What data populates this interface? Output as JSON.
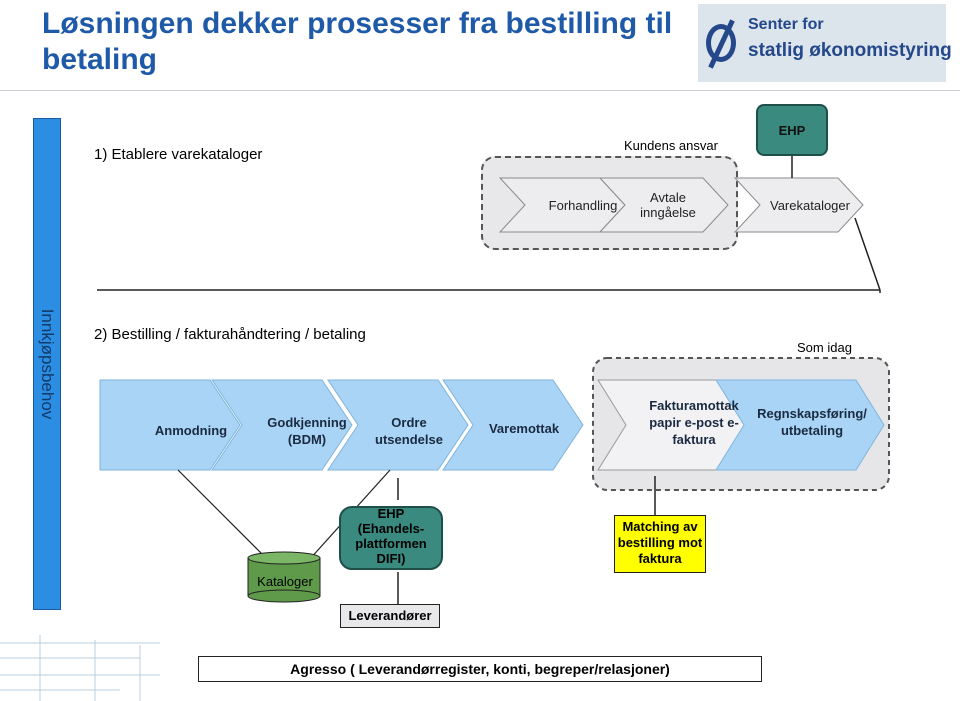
{
  "title": "Løsningen dekker prosesser fra bestilling til betaling",
  "logo": {
    "line1": "Senter for",
    "line2": "statlig økonomistyring"
  },
  "side_label": "Innkjøpsbehov",
  "section1": {
    "heading": "1) Etablere varekataloger",
    "responsibility": "Kundens ansvar",
    "ehp": "EHP",
    "steps": [
      "Forhandling",
      "Avtale inngåelse",
      "Varekataloger"
    ]
  },
  "section2": {
    "heading": "2) Bestilling / fakturahåndtering / betaling",
    "note": "Som idag",
    "steps": [
      "Anmodning",
      "Godkjenning (BDM)",
      "Ordre utsendelse",
      "Varemottak",
      "Fakturamottak papir e-post e-faktura",
      "Regnskapsføring/ utbetaling"
    ]
  },
  "bottom": {
    "kataloger": "Kataloger",
    "ehp_platform": "EHP (Ehandels-plattformen DIFI)",
    "matching": "Matching av bestilling mot faktura",
    "leverandorer": "Leverandører",
    "agresso": "Agresso ( Leverandørregister, konti, begreper/relasjoner)"
  },
  "colors": {
    "title": "#1f5aa8",
    "chevron_blue": "#a9d4f6",
    "chevron_grey": "#e9e9ec",
    "ehp_green": "#3a8a80",
    "matching_yellow": "#ffff00",
    "kataloger_green": "#5e9a4a",
    "side_bar": "#2b8ee3"
  }
}
